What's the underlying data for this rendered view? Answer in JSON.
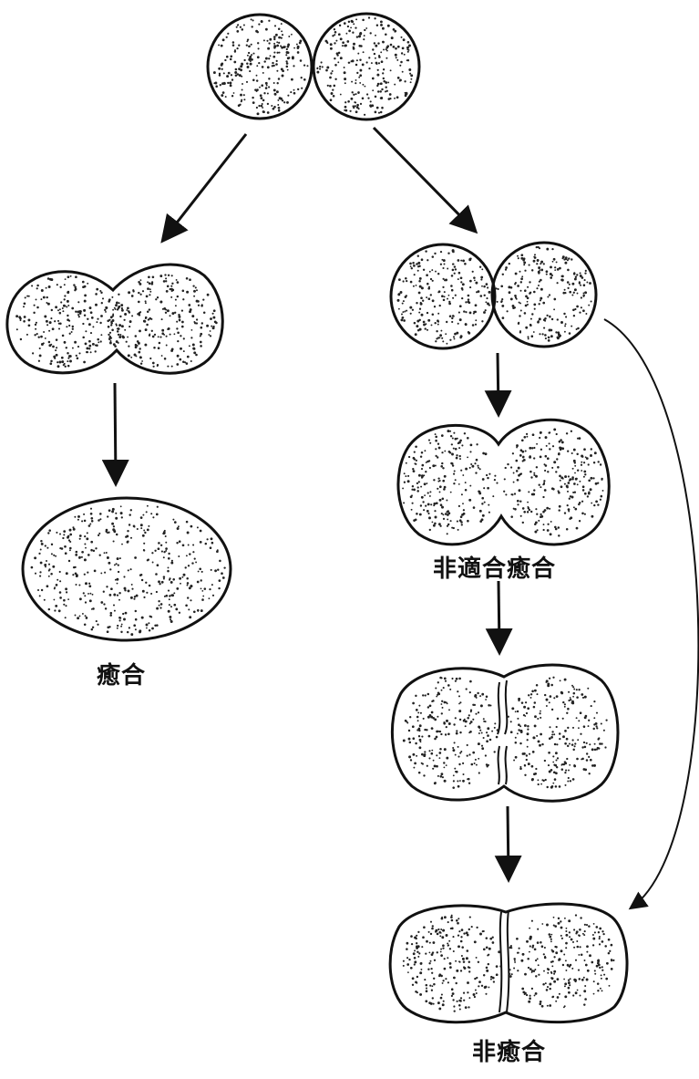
{
  "labels": {
    "fusion": "癒合",
    "incompatible_fusion": "非適合癒合",
    "non_fusion": "非癒合"
  },
  "colors": {
    "outline": "#111111",
    "dots": "#222222",
    "background": "#ffffff"
  }
}
